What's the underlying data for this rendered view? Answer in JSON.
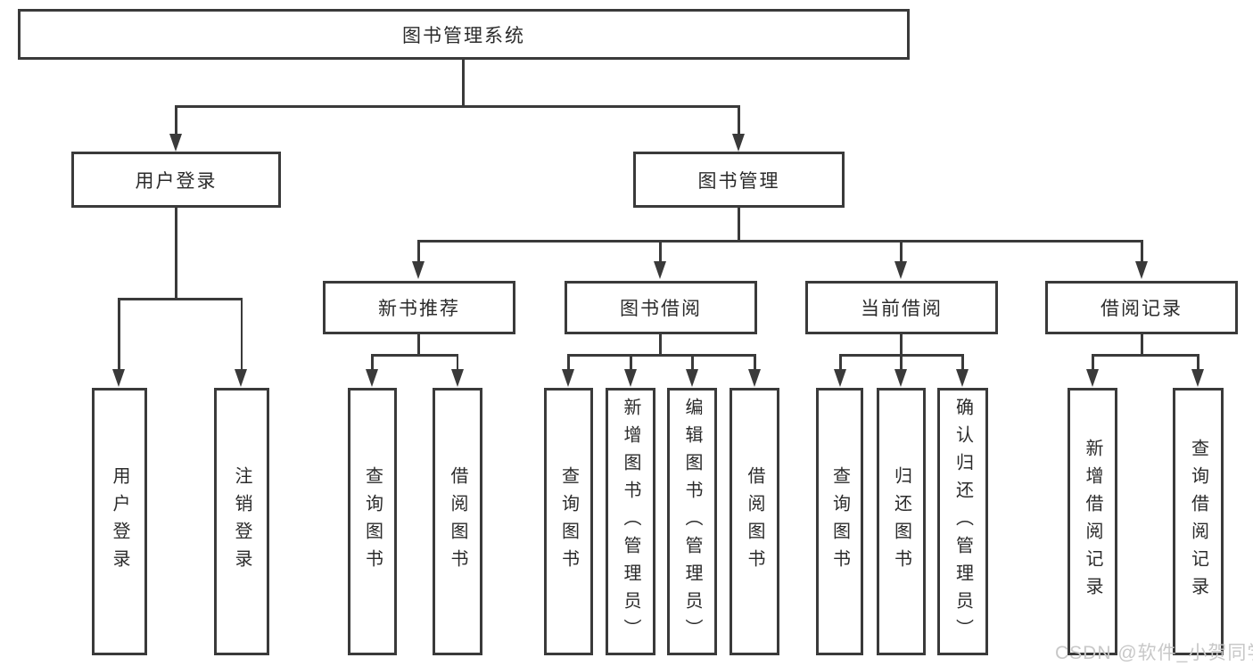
{
  "diagram": {
    "root": {
      "label": "图书管理系统"
    },
    "level2": {
      "user_login": {
        "label": "用户登录"
      },
      "book_management": {
        "label": "图书管理"
      }
    },
    "level3": {
      "new_book_recommend": {
        "label": "新书推荐"
      },
      "book_borrowing": {
        "label": "图书借阅"
      },
      "current_borrowing": {
        "label": "当前借阅"
      },
      "borrowing_records": {
        "label": "借阅记录"
      }
    },
    "leaves": {
      "user_login_group": [
        {
          "label": "用户登录"
        },
        {
          "label": "注销登录"
        }
      ],
      "new_book_group": [
        {
          "label": "查询图书"
        },
        {
          "label": "借阅图书"
        }
      ],
      "borrowing_group": [
        {
          "label": "查询图书"
        },
        {
          "label": "新增图书（管理员）"
        },
        {
          "label": "编辑图书（管理员）"
        },
        {
          "label": "借阅图书"
        }
      ],
      "current_group": [
        {
          "label": "查询图书"
        },
        {
          "label": "归还图书"
        },
        {
          "label": "确认归还（管理员）"
        }
      ],
      "records_group": [
        {
          "label": "新增借阅记录"
        },
        {
          "label": "查询借阅记录"
        }
      ]
    }
  },
  "watermark": {
    "text": "CSDN @软件_小贺同学"
  },
  "colors": {
    "line": "#3a3a3a",
    "text": "#2b2b2b",
    "watermark": "#c8c8c8",
    "background": "#ffffff"
  }
}
